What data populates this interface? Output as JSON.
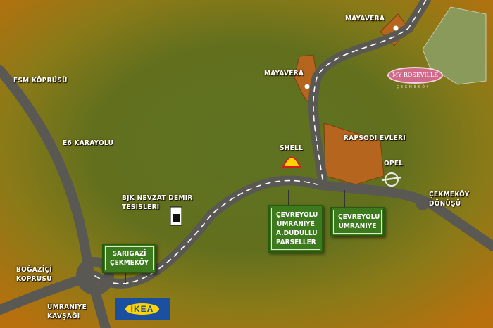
{
  "labels": {
    "fsm": "FSM KÖPRÜSÜ",
    "e6": "E6 KARAYOLU",
    "bjk": "BJK NEVZAT DEMİR TESİSLERİ",
    "bogazici": "BOĞAZİÇİ KÖPRÜSÜ",
    "umraniye_kavsagi": "ÜMRANİYE KAVŞAĞI",
    "shell": "SHELL",
    "mayavera_top": "MAYAVERA",
    "mayavera_mid": "MAYAVERA",
    "rapsodi": "RAPSODİ EVLERİ",
    "opel": "OPEL",
    "cekmekoy_donusu": "ÇEKMEKÖY DÖNÜŞÜ"
  },
  "signs": {
    "sarigazi": "SARIGAZİ ÇEKMEKÖY",
    "cevreyolu_parseller": "ÇEVREYOLU ÜMRANİYE A.DUDULLU PARSELLER",
    "cevreyolu": "ÇEVREYOLU ÜMRANİYE"
  },
  "logos": {
    "ikea": "IKEA",
    "roseville": "MY ROSEVILLE",
    "roseville_sub": "ÇEKMEKÖY"
  },
  "colors": {
    "forest": "#5c6e1e",
    "edge": "#b8700e",
    "road": "#5a5852",
    "plot": "#b5651d",
    "sign": "#3d7a1e"
  }
}
